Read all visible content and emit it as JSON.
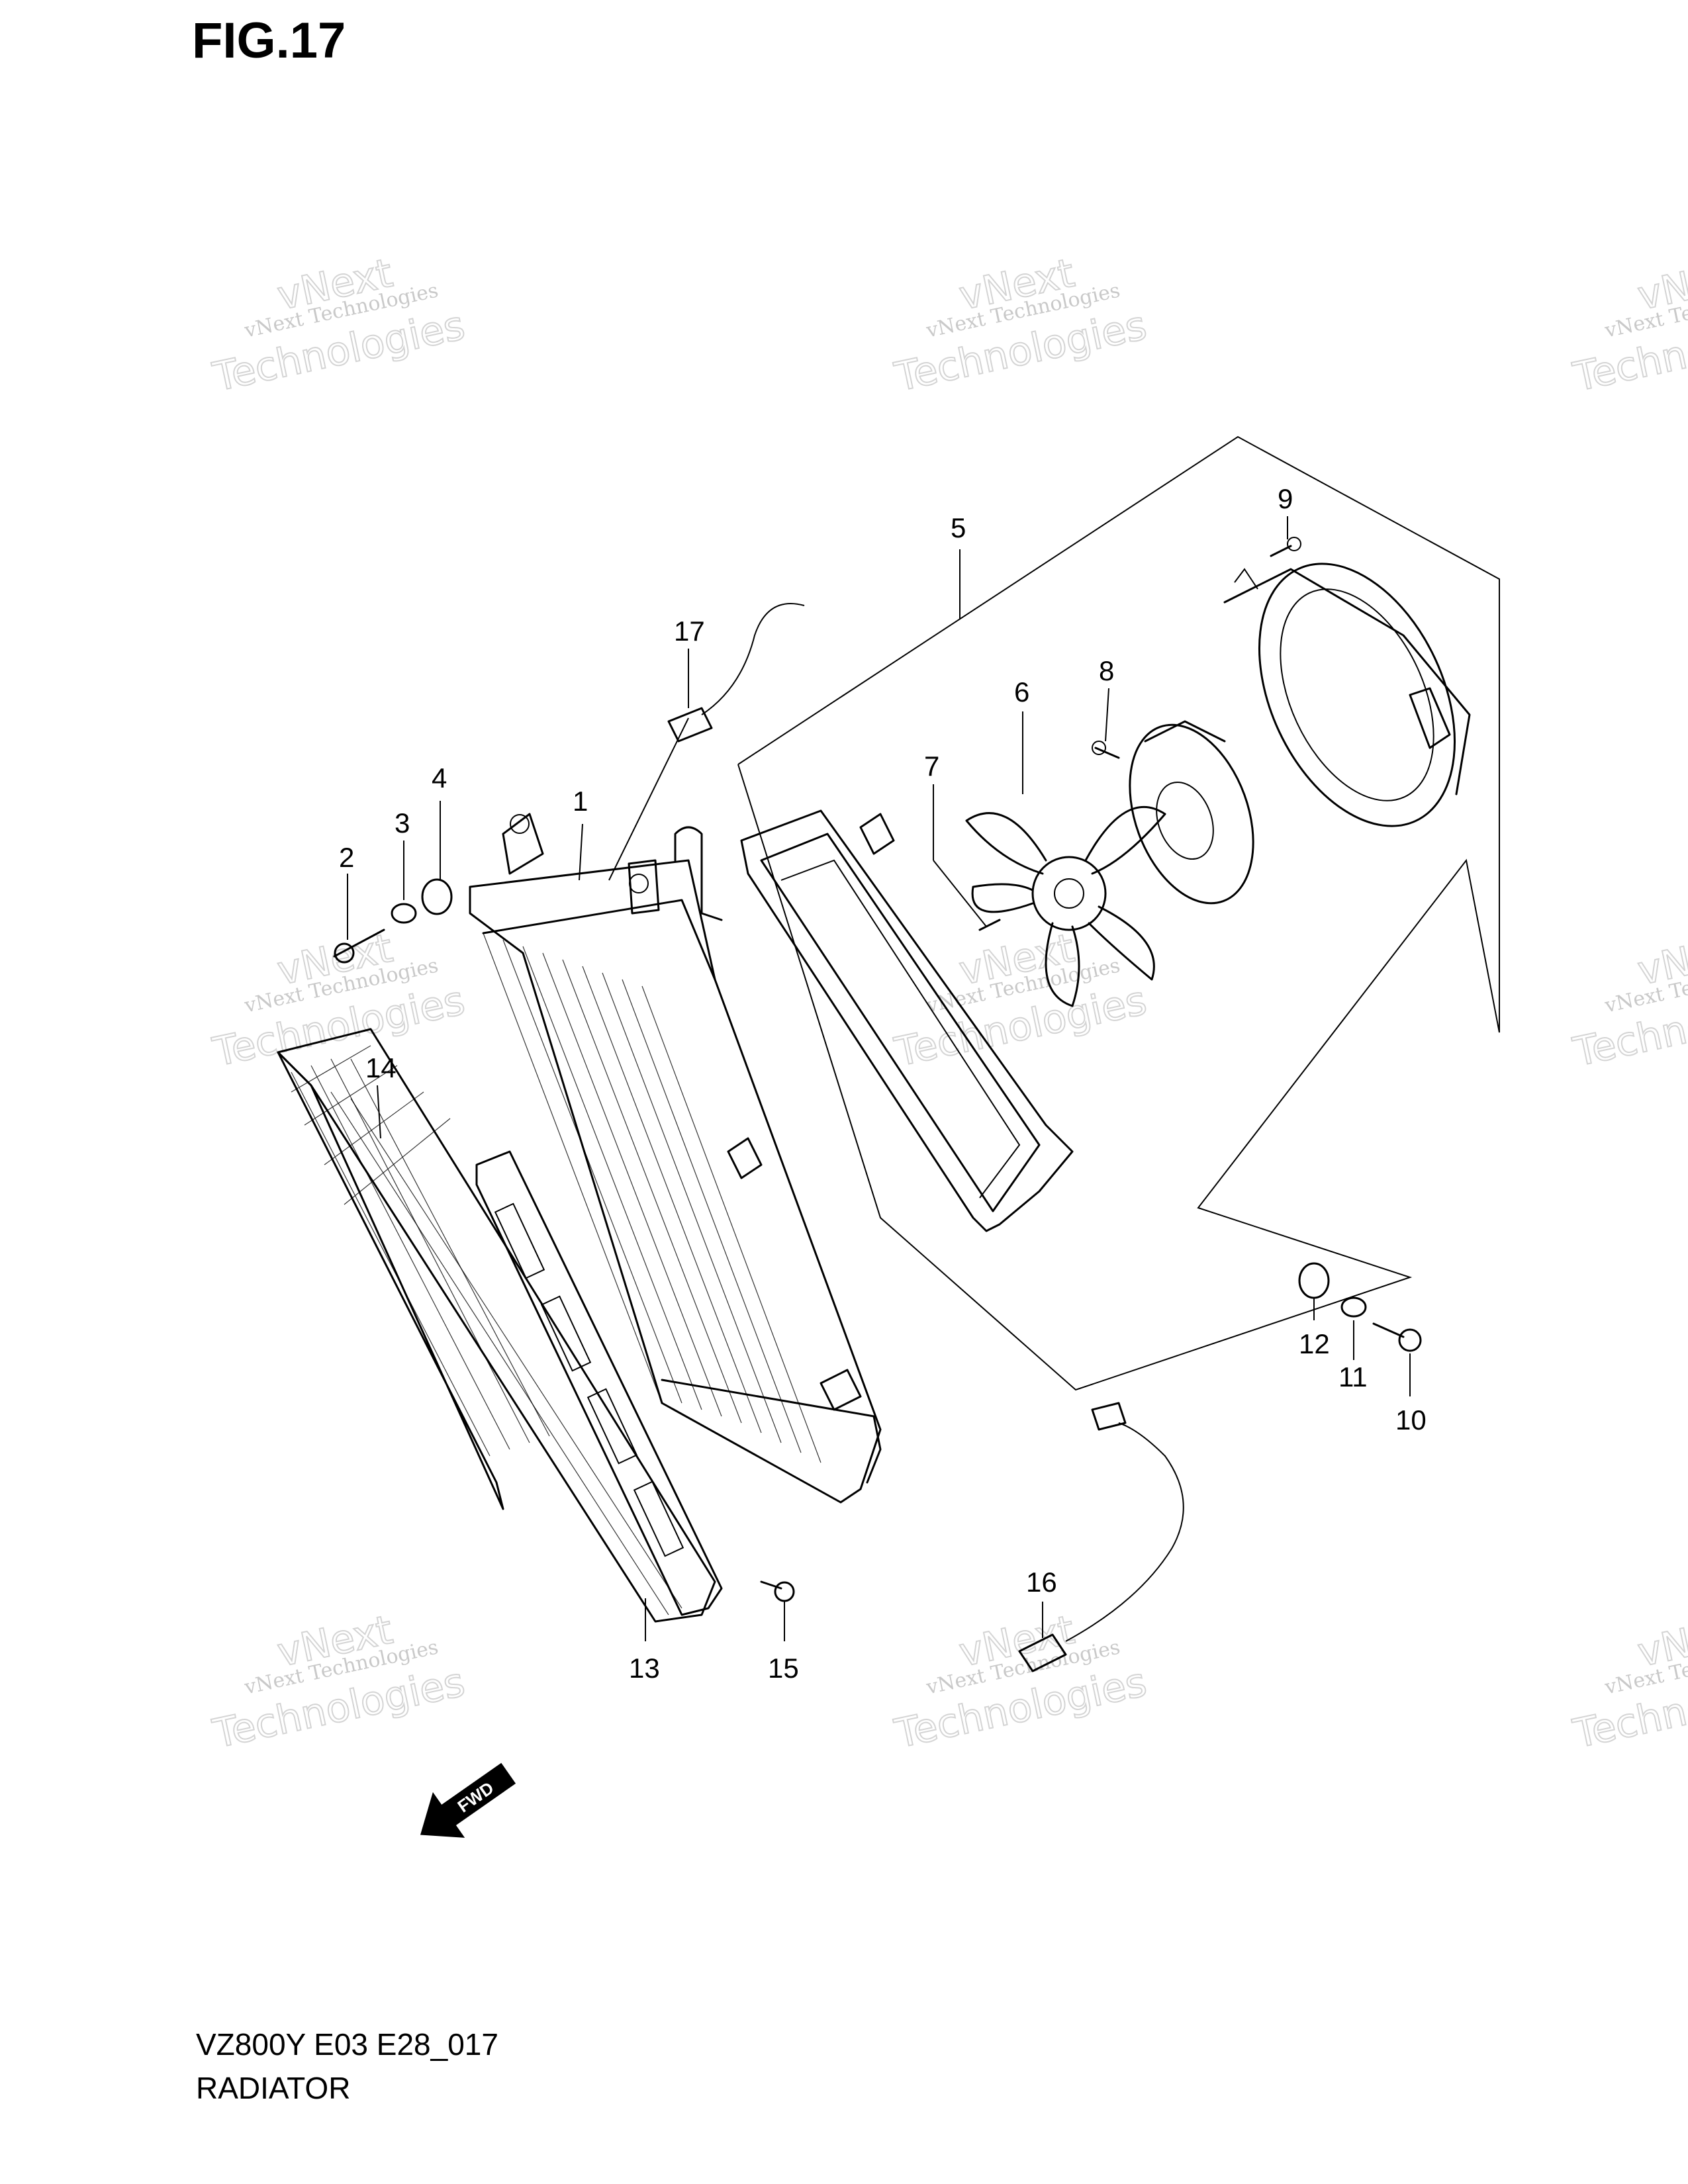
{
  "figure_title": "FIG.17",
  "footer": {
    "code": "VZ800Y E03 E28_017",
    "name": "RADIATOR"
  },
  "fwd_label": "FWD",
  "watermark": {
    "line1": "vNext Technologies",
    "line2": "vNext",
    "line3": "Technologies"
  },
  "callouts": [
    {
      "id": "1",
      "label": "1"
    },
    {
      "id": "2",
      "label": "2"
    },
    {
      "id": "3",
      "label": "3"
    },
    {
      "id": "4",
      "label": "4"
    },
    {
      "id": "5",
      "label": "5"
    },
    {
      "id": "6",
      "label": "6"
    },
    {
      "id": "7",
      "label": "7"
    },
    {
      "id": "8",
      "label": "8"
    },
    {
      "id": "9",
      "label": "9"
    },
    {
      "id": "10",
      "label": "10"
    },
    {
      "id": "11",
      "label": "11"
    },
    {
      "id": "12",
      "label": "12"
    },
    {
      "id": "13",
      "label": "13"
    },
    {
      "id": "14",
      "label": "14"
    },
    {
      "id": "15",
      "label": "15"
    },
    {
      "id": "16",
      "label": "16"
    },
    {
      "id": "17",
      "label": "17"
    }
  ]
}
